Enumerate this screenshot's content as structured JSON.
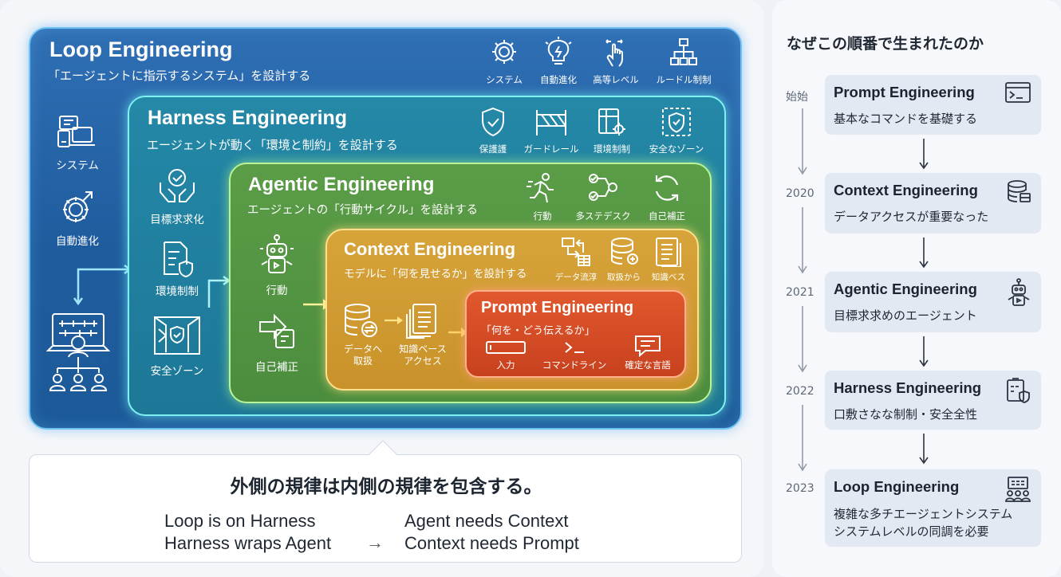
{
  "diagram": {
    "loop": {
      "title": "Loop Engineering",
      "subtitle": "「エージェントに指示するシステム」を設計する",
      "icons": [
        {
          "icon": "gear-icon",
          "label": "システム"
        },
        {
          "icon": "lightbulb-bolt-icon",
          "label": "自動進化"
        },
        {
          "icon": "hand-pointer-icon",
          "label": "高等レベル"
        },
        {
          "icon": "hierarchy-icon",
          "label": "ルードル制制"
        }
      ],
      "side": [
        {
          "icon": "system-devices-icon",
          "label": "システム"
        },
        {
          "icon": "gear-evolve-icon",
          "label": "自動進化"
        }
      ]
    },
    "harness": {
      "title": "Harness Engineering",
      "subtitle": "エージェントが動く「環境と制約」を設計する",
      "icons": [
        {
          "icon": "shield-check-icon",
          "label": "保護護"
        },
        {
          "icon": "guardrail-icon",
          "label": "ガードレール"
        },
        {
          "icon": "environment-gear-icon",
          "label": "環境制制"
        },
        {
          "icon": "safe-zone-icon",
          "label": "安全なゾーン"
        }
      ],
      "side": [
        {
          "icon": "hands-target-icon",
          "label": "目標求求化"
        },
        {
          "icon": "document-shield-icon",
          "label": "環境制制"
        },
        {
          "icon": "safe-zone-doors-icon",
          "label": "安全ゾーン"
        }
      ]
    },
    "agentic": {
      "title": "Agentic Engineering",
      "subtitle": "エージェントの「行動サイクル」を設計する",
      "icons": [
        {
          "icon": "running-person-icon",
          "label": "行動"
        },
        {
          "icon": "multi-task-icon",
          "label": "多ステデスク"
        },
        {
          "icon": "refresh-icon",
          "label": "自己補正"
        }
      ],
      "side": [
        {
          "icon": "robot-icon",
          "label": "行動"
        },
        {
          "icon": "arrow-box-icon",
          "label": "自己補正"
        }
      ]
    },
    "context": {
      "title": "Context Engineering",
      "subtitle": "モデルに「何を見せるか」を設計する",
      "icons": [
        {
          "icon": "data-flow-icon",
          "label": "データ流淳"
        },
        {
          "icon": "database-icon",
          "label": "取扱から"
        },
        {
          "icon": "knowledge-doc-icon",
          "label": "知識ベス"
        }
      ],
      "side": [
        {
          "icon": "database-exchange-icon",
          "label": "データへ\n取扱"
        },
        {
          "icon": "knowledge-stack-icon",
          "label": "知識ベース\nアクセス"
        }
      ]
    },
    "prompt": {
      "title": "Prompt Engineering",
      "subtitle": "「何を・どう伝えるか」",
      "icons": [
        {
          "icon": "input-field-icon",
          "label": "入力"
        },
        {
          "icon": "terminal-prompt-icon",
          "label": "コマンドライン"
        },
        {
          "icon": "speech-bubble-icon",
          "label": "確定な言語"
        }
      ]
    }
  },
  "callout": {
    "headline": "外側の規律は内側の規律を包含する。",
    "lines": {
      "l1": "Loop is on Harness",
      "l2": "Harness wraps Agent",
      "r1": "Agent needs Context",
      "r2": "Context needs Prompt",
      "arrow": "→"
    }
  },
  "timeline": {
    "title": "なぜこの順番で生まれたのか",
    "items": [
      {
        "year": "始始",
        "name": "Prompt Engineering",
        "desc": [
          "基本なコマンドを基礎する"
        ],
        "icon": "terminal-window-icon"
      },
      {
        "year": "2020",
        "name": "Context Engineering",
        "desc": [
          "データアクセスが重要なった"
        ],
        "icon": "database-icon"
      },
      {
        "year": "2021",
        "name": "Agentic Engineering",
        "desc": [
          "目標求求めのエージェント"
        ],
        "icon": "robot-icon"
      },
      {
        "year": "2022",
        "name": "Harness Engineering",
        "desc": [
          "口敷さなな制制・安全全性"
        ],
        "icon": "device-shield-icon"
      },
      {
        "year": "2023",
        "name": "Loop Engineering",
        "desc": [
          "複雑な多チエージェントシステム",
          "システムレベルの同調を必要"
        ],
        "icon": "team-screen-icon"
      }
    ]
  }
}
